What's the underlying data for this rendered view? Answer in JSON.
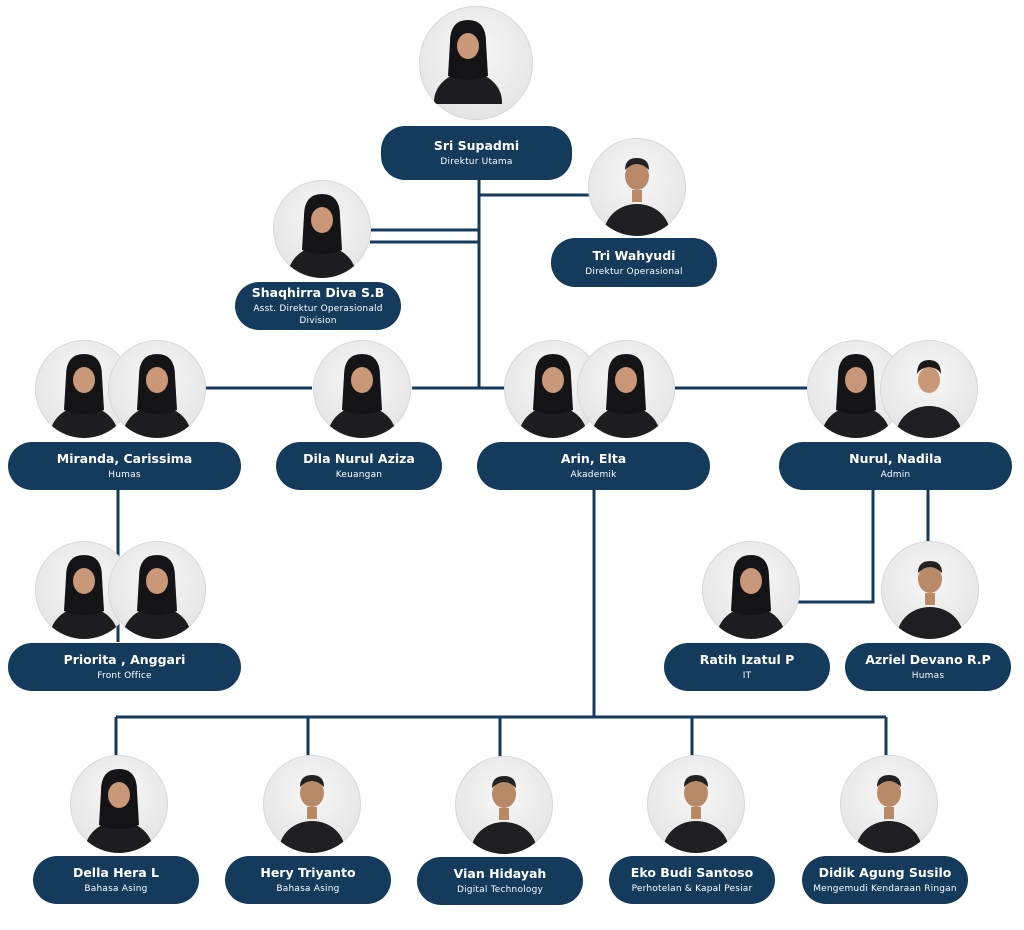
{
  "org": {
    "top": {
      "name": "Sri Supadmi",
      "role": "Direktur Utama"
    },
    "ops": {
      "name": "Tri Wahyudi",
      "role": "Direktur Operasional"
    },
    "asst": {
      "name": "Shaqhirra Diva S.B",
      "role": "Asst. Direktur Operasionald Division"
    },
    "humas": {
      "name": "Miranda, Carissima",
      "role": "Humas"
    },
    "keuangan": {
      "name": "Dila Nurul Aziza",
      "role": "Keuangan"
    },
    "akademik": {
      "name": "Arin, Elta",
      "role": "Akademik"
    },
    "admin": {
      "name": "Nurul, Nadila",
      "role": "Admin"
    },
    "frontoffice": {
      "name": "Priorita , Anggari",
      "role": "Front Office"
    },
    "it": {
      "name": "Ratih Izatul P",
      "role": "IT"
    },
    "humas2": {
      "name": "Azriel Devano R.P",
      "role": "Humas"
    },
    "staff": [
      {
        "name": "Della Hera L",
        "role": "Bahasa Asing"
      },
      {
        "name": "Hery Triyanto",
        "role": "Bahasa Asing"
      },
      {
        "name": "Vian Hidayah",
        "role": "Digital Technology"
      },
      {
        "name": "Eko Budi Santoso",
        "role": "Perhotelan & Kapal Pesiar"
      },
      {
        "name": "Didik Agung Susilo",
        "role": "Mengemudi Kendaraan Ringan"
      }
    ]
  },
  "colors": {
    "pill": "#143a5c",
    "line": "#143a5c"
  }
}
